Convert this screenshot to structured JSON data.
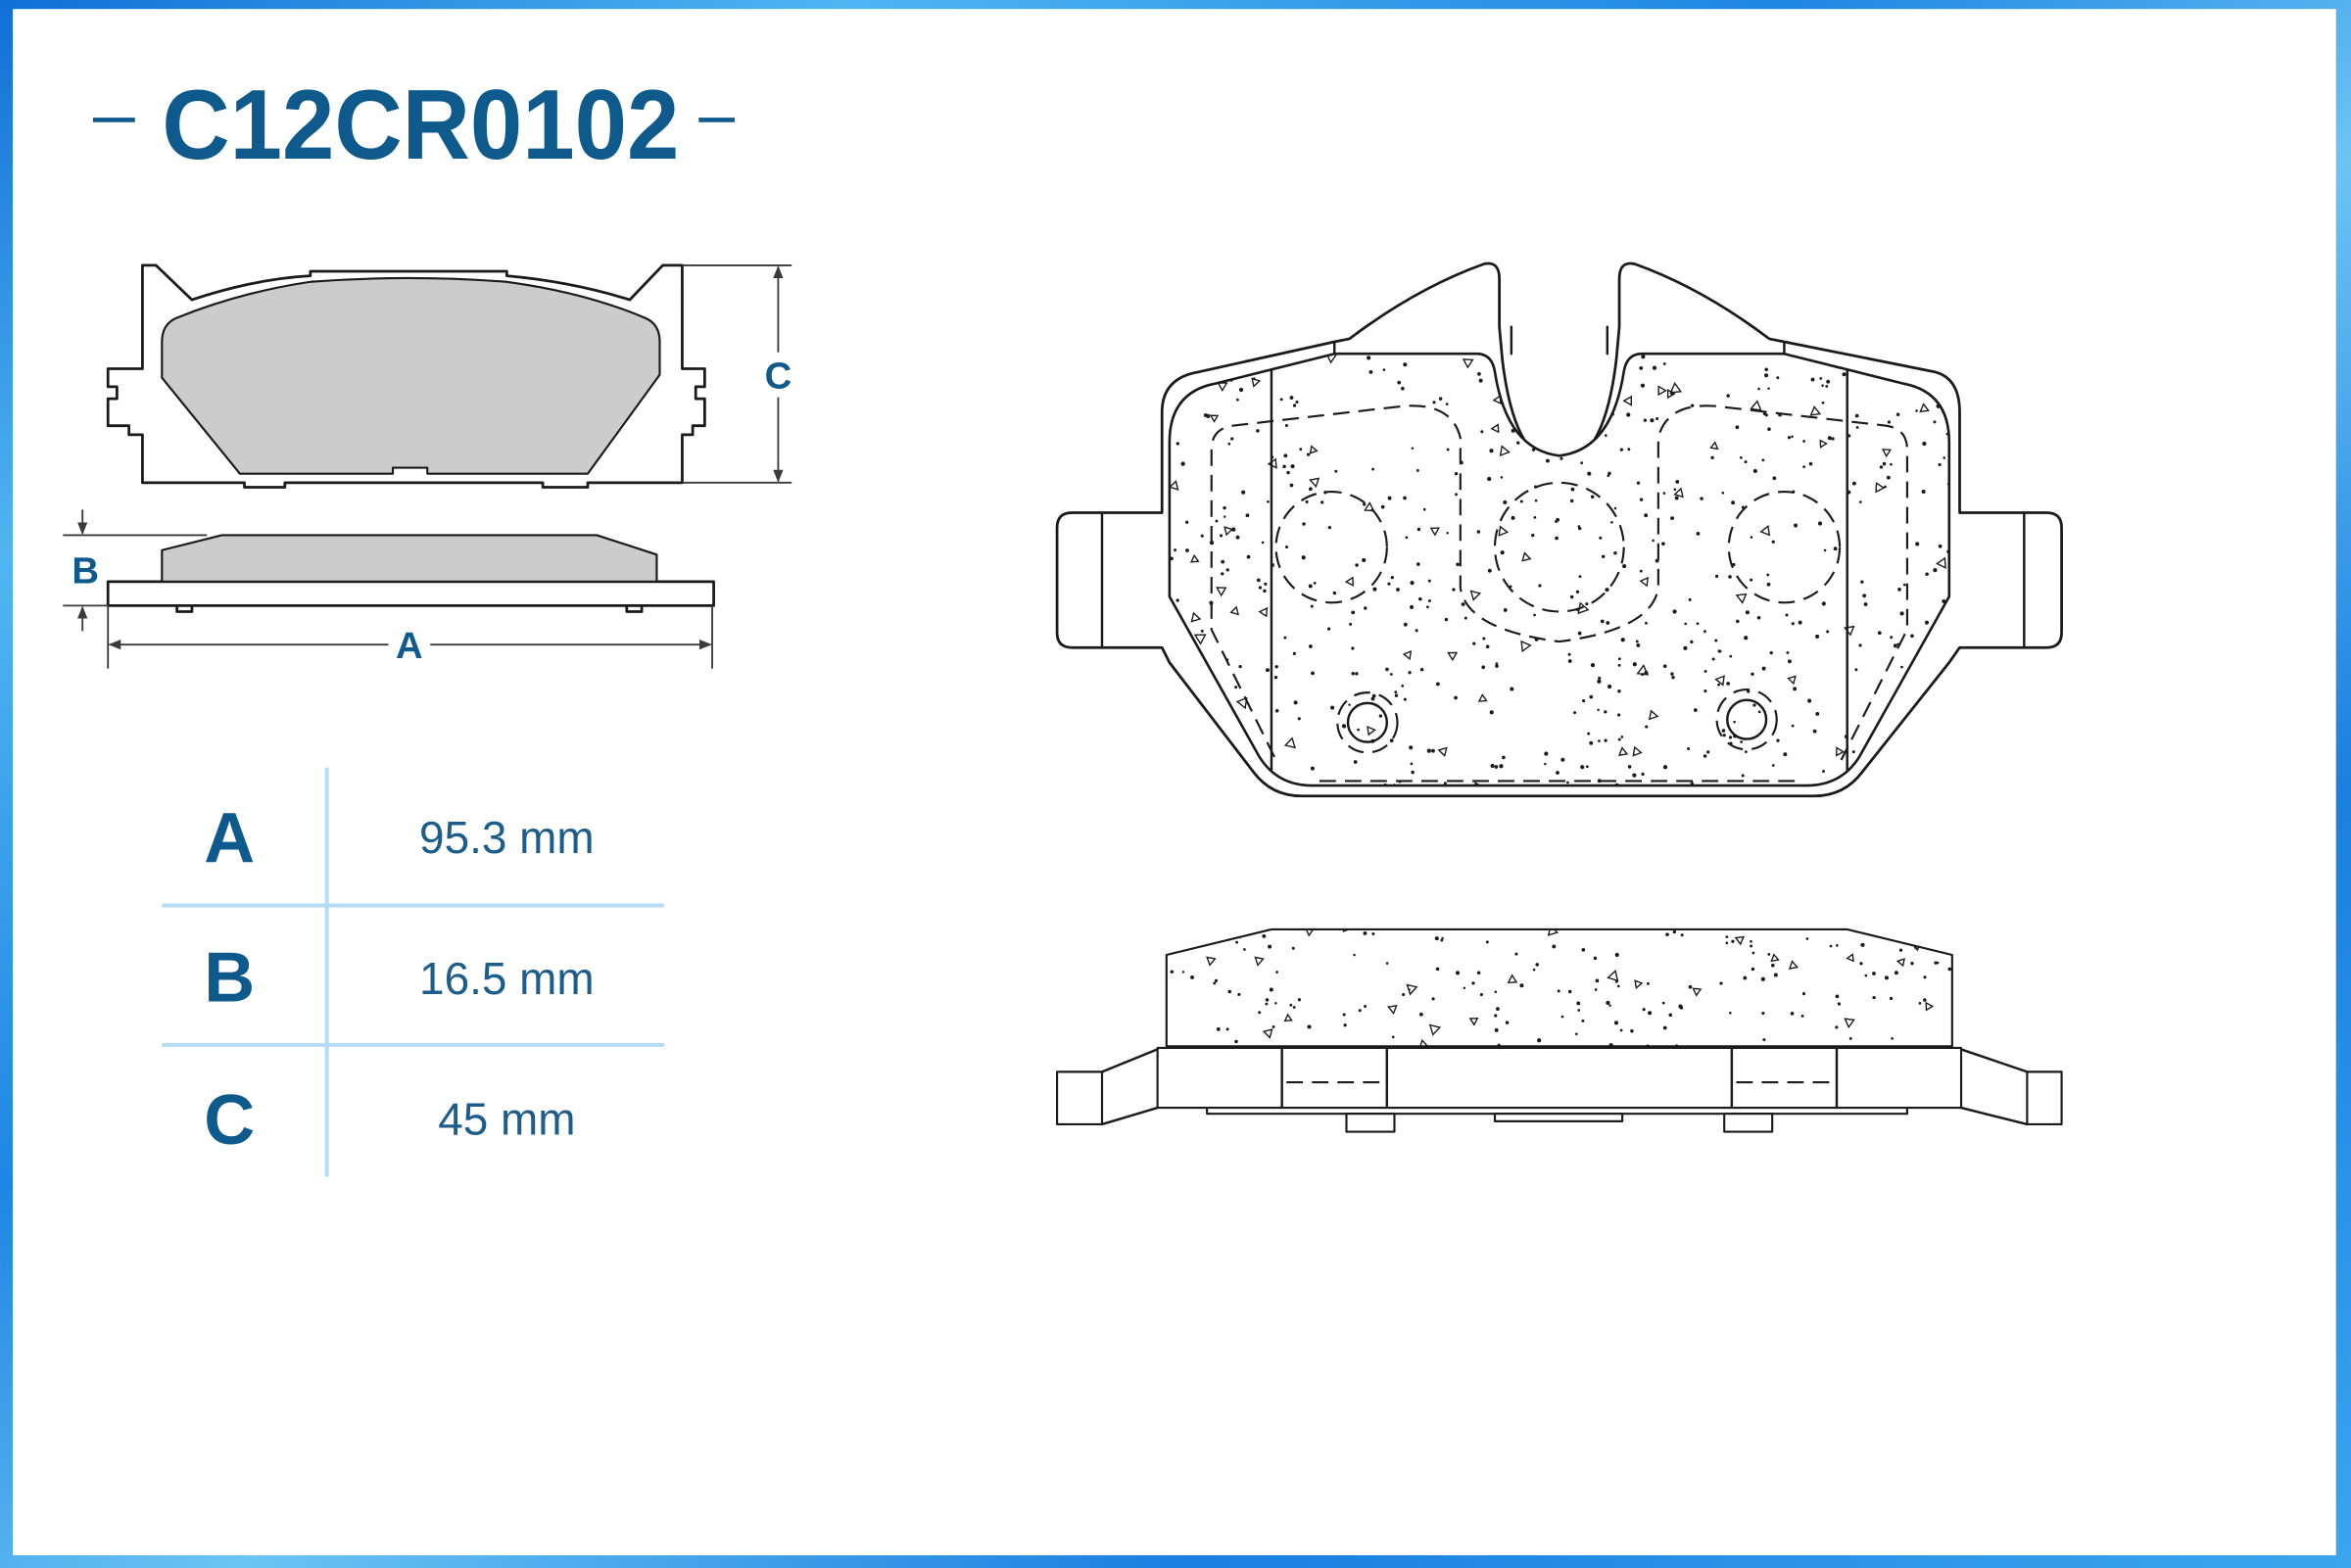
{
  "title": "C12CR0102",
  "small_drawing": {
    "label_a": "A",
    "label_b": "B",
    "label_c": "C"
  },
  "spec_table": {
    "rows": [
      {
        "label": "A",
        "value": "95.3 mm"
      },
      {
        "label": "B",
        "value": "16.5 mm"
      },
      {
        "label": "C",
        "value": "45 mm"
      }
    ]
  },
  "colors": {
    "accent": "#0f5a8c",
    "value_text": "#1d5d8c",
    "table_lines": "#b4dcf3",
    "frame": "#1e88e5",
    "friction_fill_small": "#cccccc",
    "line": "#1a1a1a"
  }
}
